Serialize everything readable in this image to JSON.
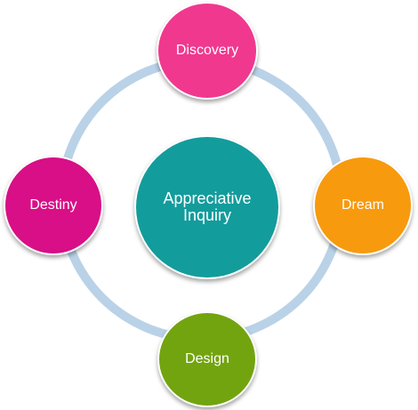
{
  "diagram": {
    "center": {
      "label": "Appreciative\nInquiry",
      "color": "#139c9c"
    },
    "ring_color": "#b9d2e7",
    "nodes": [
      {
        "label": "Discovery",
        "color": "#f0388f"
      },
      {
        "label": "Dream",
        "color": "#f79a0e"
      },
      {
        "label": "Design",
        "color": "#72a40f"
      },
      {
        "label": "Destiny",
        "color": "#d80f86"
      }
    ]
  }
}
